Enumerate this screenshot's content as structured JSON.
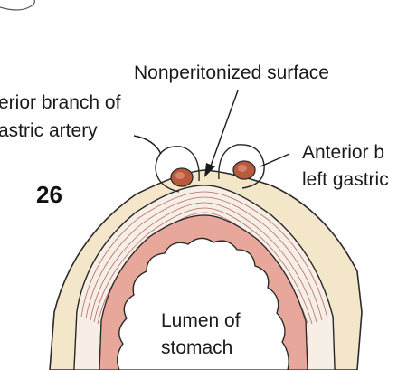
{
  "figure": {
    "number": "26",
    "labels": {
      "nonperitonized": "Nonperitonized surface",
      "left_line1": "erior branch of",
      "left_line2": "astric artery",
      "right_line1": "Anterior b",
      "right_line2": "left gastric",
      "lumen_line1": "Lumen of",
      "lumen_line2": "stomach"
    }
  },
  "colors": {
    "outline": "#2a2a2a",
    "serosa": "#f3e6c9",
    "mucosa": "#e7a79b",
    "muscle_lines": "#b26a6a",
    "vessel": "#b85a3c"
  }
}
